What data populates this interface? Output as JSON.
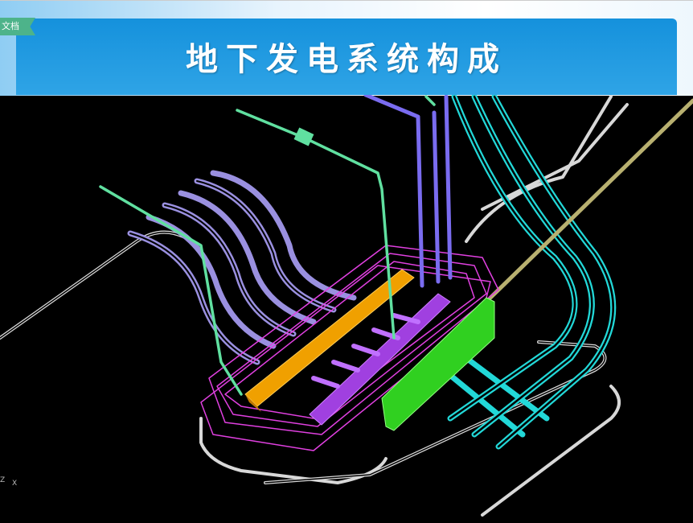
{
  "slide": {
    "title": "地下发电系统构成",
    "tag_label": "文档"
  },
  "model": {
    "axis_labels": {
      "z": "Z",
      "x": "X"
    },
    "colors": {
      "header": "#1591dc",
      "tag": "#4db38a",
      "tunnels": "#d8d8d8",
      "penstocks": "#9a90e0",
      "tailrace": "#22d8d8",
      "cable_shaft": "#b8b070",
      "powerhouse_frame": "#e040e0",
      "transformer_hall": "#f0a000",
      "generator_hall": "#a040e0",
      "gis_building": "#30d020",
      "ventilation": "#60e0a0",
      "vertical_shafts": "#7a6cf0"
    }
  }
}
